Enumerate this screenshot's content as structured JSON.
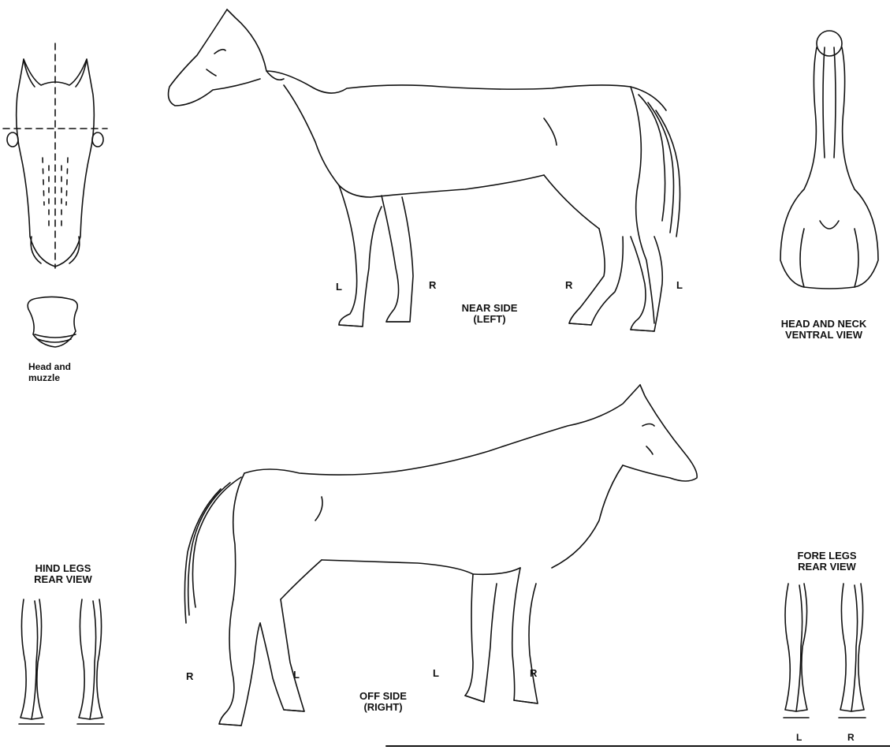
{
  "labels": {
    "near_side": "NEAR SIDE",
    "near_side_sub": "(LEFT)",
    "off_side": "OFF SIDE",
    "off_side_sub": "(RIGHT)",
    "head_neck_1": "HEAD AND NECK",
    "head_neck_2": "VENTRAL VIEW",
    "head_muzzle_1": "Head and",
    "head_muzzle_2": "muzzle",
    "hind_legs_1": "HIND LEGS",
    "hind_legs_2": "REAR VIEW",
    "fore_legs_1": "FORE LEGS",
    "fore_legs_2": "REAR VIEW"
  },
  "leg_markers": {
    "near_front_left": "L",
    "near_front_right": "R",
    "near_hind_right": "R",
    "near_hind_left": "L",
    "off_hind_right": "R",
    "off_hind_left": "L",
    "off_front_left": "L",
    "off_front_right": "R",
    "fore_bottom_left": "L",
    "fore_bottom_right": "R"
  }
}
